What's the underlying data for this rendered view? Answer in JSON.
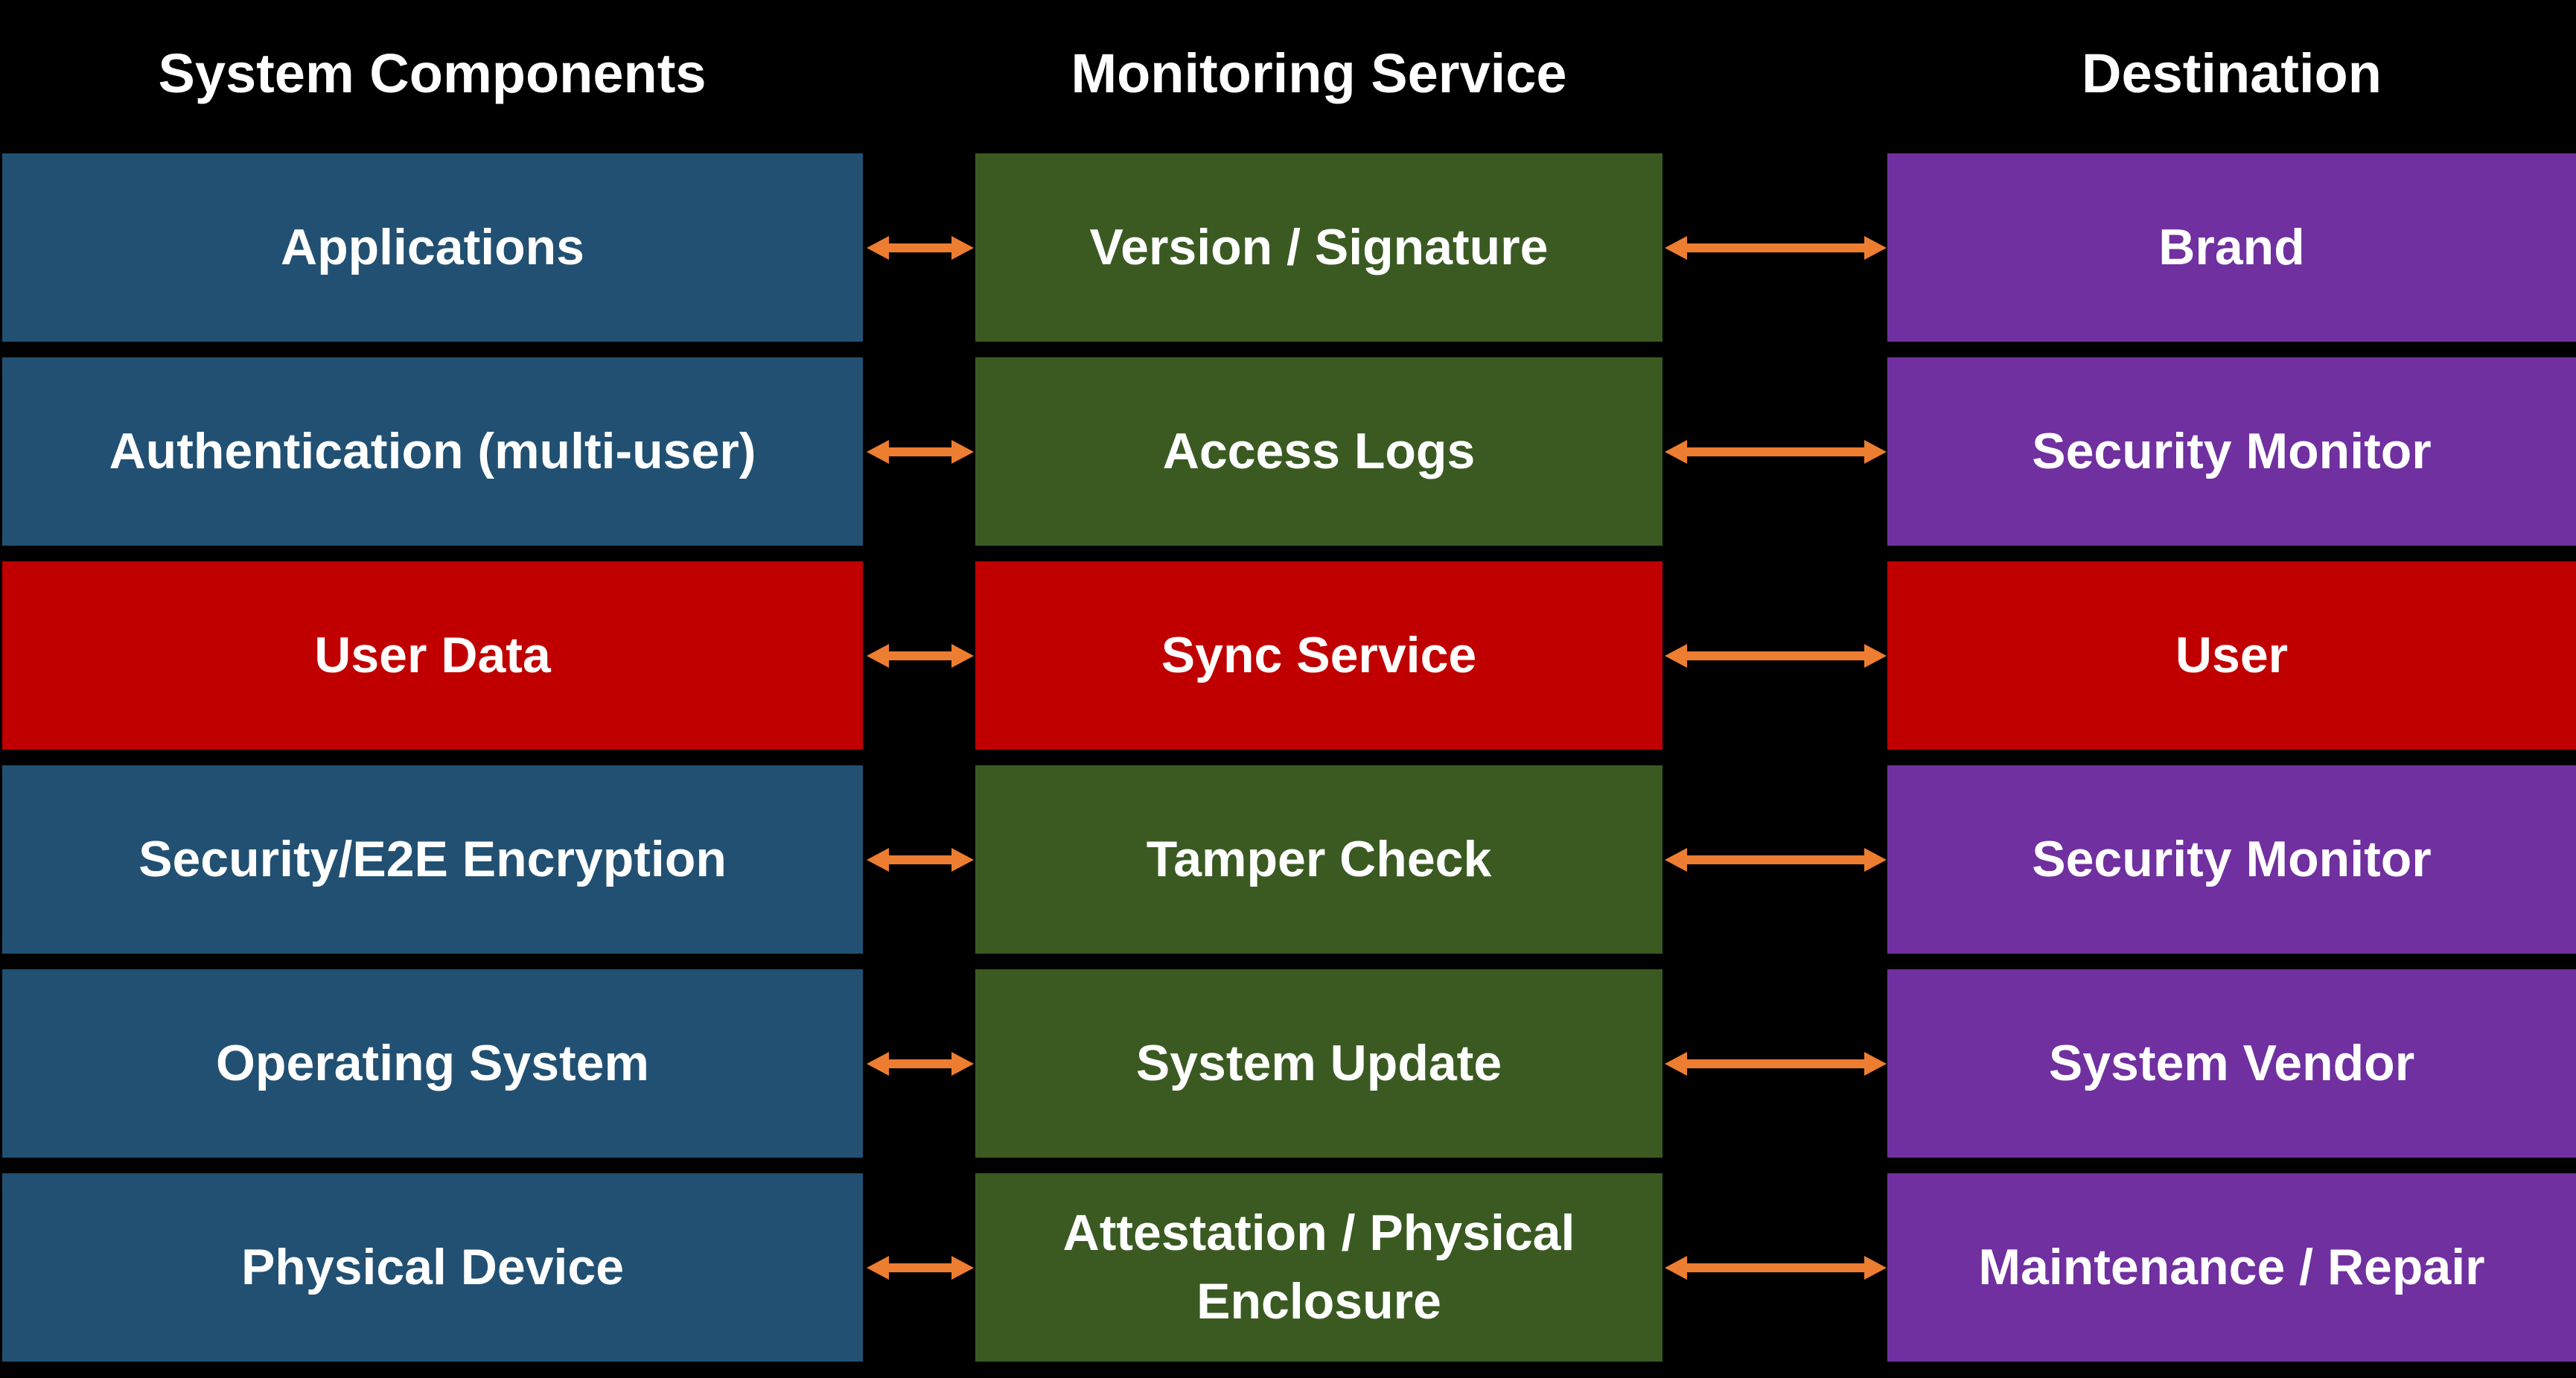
{
  "page": {
    "background": "#000000"
  },
  "colors": {
    "arrow": "#ED7D31",
    "text": "#FFFFFF",
    "component_blue": "#215072",
    "service_green": "#3A5A22",
    "critical_red": "#C00000",
    "destination_purple": "#7030A0"
  },
  "columns": [
    {
      "id": "components",
      "header": "System Components"
    },
    {
      "id": "service",
      "header": "Monitoring Service"
    },
    {
      "id": "destination",
      "header": "Destination"
    }
  ],
  "rows": [
    {
      "component": {
        "label": "Applications",
        "bg": "#215072"
      },
      "service": {
        "label": "Version / Signature",
        "bg": "#3A5A22"
      },
      "destination": {
        "label": "Brand",
        "bg": "#7030A0"
      }
    },
    {
      "component": {
        "label": "Authentication (multi-user)",
        "bg": "#215072"
      },
      "service": {
        "label": "Access Logs",
        "bg": "#3A5A22"
      },
      "destination": {
        "label": "Security Monitor",
        "bg": "#7030A0"
      }
    },
    {
      "component": {
        "label": "User Data",
        "bg": "#C00000"
      },
      "service": {
        "label": "Sync Service",
        "bg": "#C00000"
      },
      "destination": {
        "label": "User",
        "bg": "#C00000"
      }
    },
    {
      "component": {
        "label": "Security/E2E Encryption",
        "bg": "#215072"
      },
      "service": {
        "label": "Tamper Check",
        "bg": "#3A5A22"
      },
      "destination": {
        "label": "Security Monitor",
        "bg": "#7030A0"
      }
    },
    {
      "component": {
        "label": "Operating System",
        "bg": "#215072"
      },
      "service": {
        "label": "System Update",
        "bg": "#3A5A22"
      },
      "destination": {
        "label": "System Vendor",
        "bg": "#7030A0"
      }
    },
    {
      "component": {
        "label": "Physical Device",
        "bg": "#215072"
      },
      "service": {
        "label": "Attestation / Physical Enclosure",
        "bg": "#3A5A22"
      },
      "destination": {
        "label": "Maintenance / Repair",
        "bg": "#7030A0"
      }
    }
  ]
}
